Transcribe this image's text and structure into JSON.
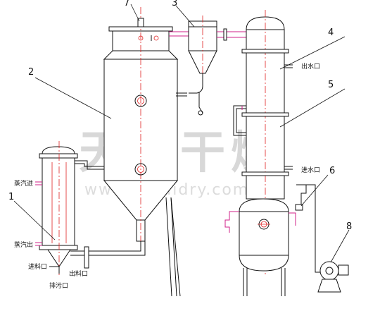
{
  "watermark": {
    "chinese": "天力干燥",
    "url": "www.tianlidry.com"
  },
  "callouts": [
    "1",
    "2",
    "3",
    "4",
    "5",
    "6",
    "7",
    "8"
  ],
  "labels": {
    "steam_in": "蒸汽进",
    "steam_out": "蒸汽出",
    "feed_in": "进料口",
    "discharge": "出料口",
    "drain": "排污口",
    "water_out": "出水口",
    "water_in": "进水口"
  }
}
